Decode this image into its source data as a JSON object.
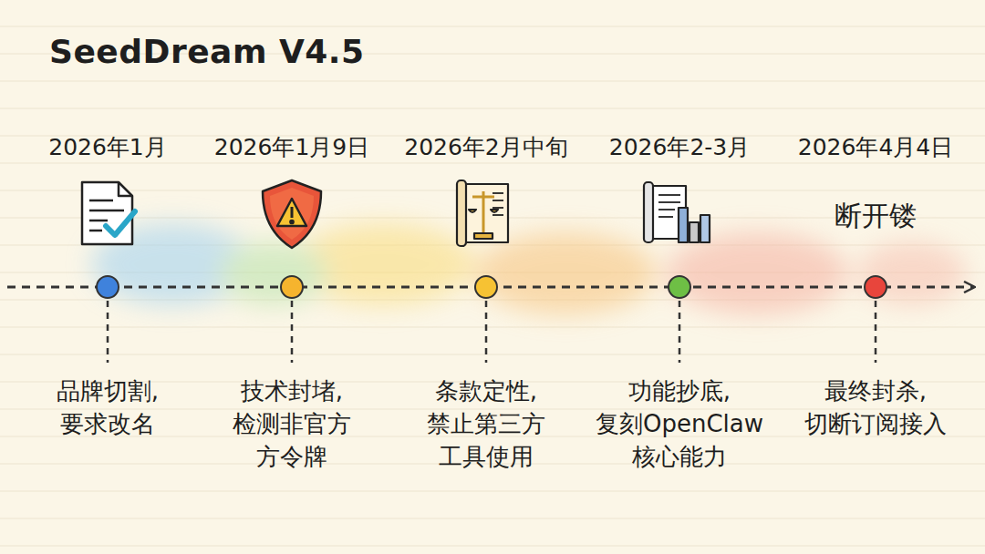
{
  "diagram": {
    "title": "SeedDream V4.5",
    "labels": [
      "2026年1月",
      "2026年1月9日",
      "2026年2月中旬",
      "2026年2-3月",
      "2026年4月4日",
      "断开镂",
      "品牌切割, 要求改名",
      "技术封堵, 检测非官方 方令牌",
      "条款定性, 禁止第三方 工具使用",
      "功能抄底, 复刻OpenClaw 核心能力",
      "最终封杀, 切断订阅接入"
    ]
  }
}
